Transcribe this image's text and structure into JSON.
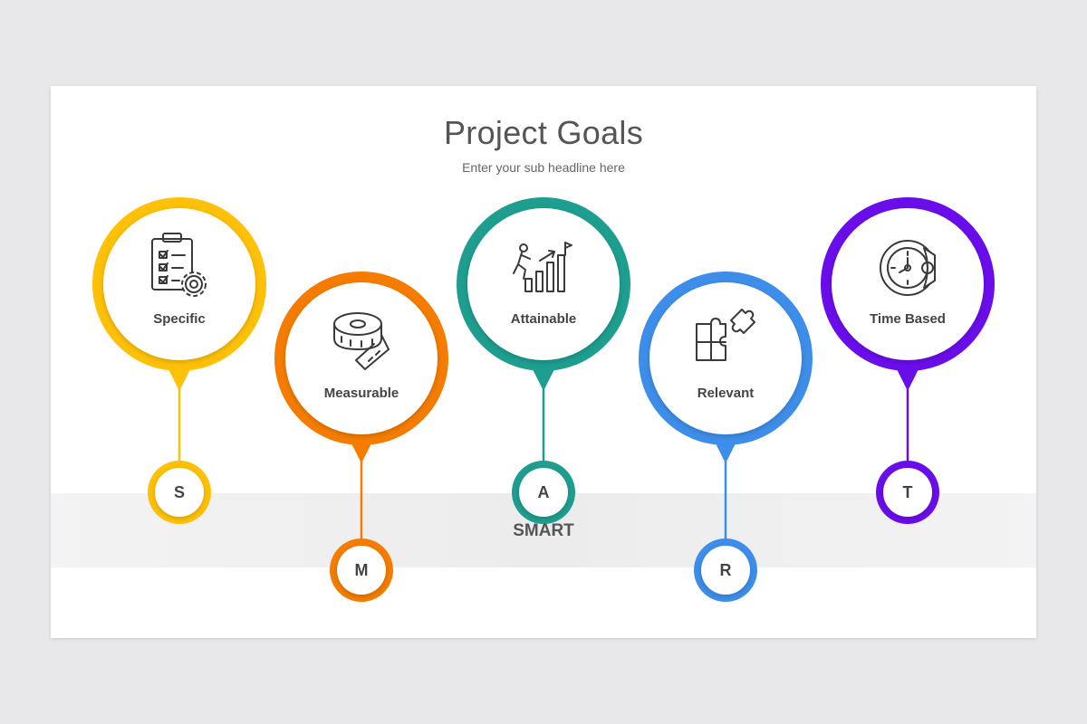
{
  "title": "Project Goals",
  "subtitle": "Enter your sub headline here",
  "band_label": "SMART",
  "items": [
    {
      "label": "Specific",
      "letter": "S",
      "color": "#FFC107",
      "icon": "clipboard-checklist-gear-icon"
    },
    {
      "label": "Measurable",
      "letter": "M",
      "color": "#F57C00",
      "icon": "measuring-tape-icon"
    },
    {
      "label": "Attainable",
      "letter": "A",
      "color": "#1E9E8F",
      "icon": "climbing-bar-chart-flag-icon"
    },
    {
      "label": "Relevant",
      "letter": "R",
      "color": "#3D8EEA",
      "icon": "puzzle-pieces-icon"
    },
    {
      "label": "Time Based",
      "letter": "T",
      "color": "#6A0DEB",
      "icon": "clock-gear-icon"
    }
  ]
}
